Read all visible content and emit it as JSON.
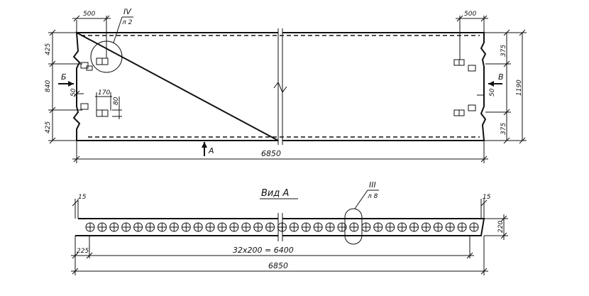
{
  "plan": {
    "width_left": "500",
    "width_right": "500",
    "node_callout": "IV",
    "node_sheet": "л 2",
    "edge_top": "425",
    "edge_bottom": "425",
    "middle": "840",
    "offset_left": "50",
    "offset_right": "50",
    "detail_width": "170",
    "detail_height": "80",
    "side_right_top": "375",
    "side_right_bottom": "375",
    "overall_height": "1190",
    "overall_length": "6850",
    "view_b": "Б",
    "view_v": "В",
    "view_a": "А"
  },
  "view": {
    "title": "Вид А",
    "node_callout": "III",
    "node_sheet": "л 8",
    "end_left": "15",
    "end_right": "15",
    "thickness": "220",
    "offset": "225",
    "spacing": "32х200 = 6400",
    "overall_length": "6850",
    "hole_count": 33
  }
}
